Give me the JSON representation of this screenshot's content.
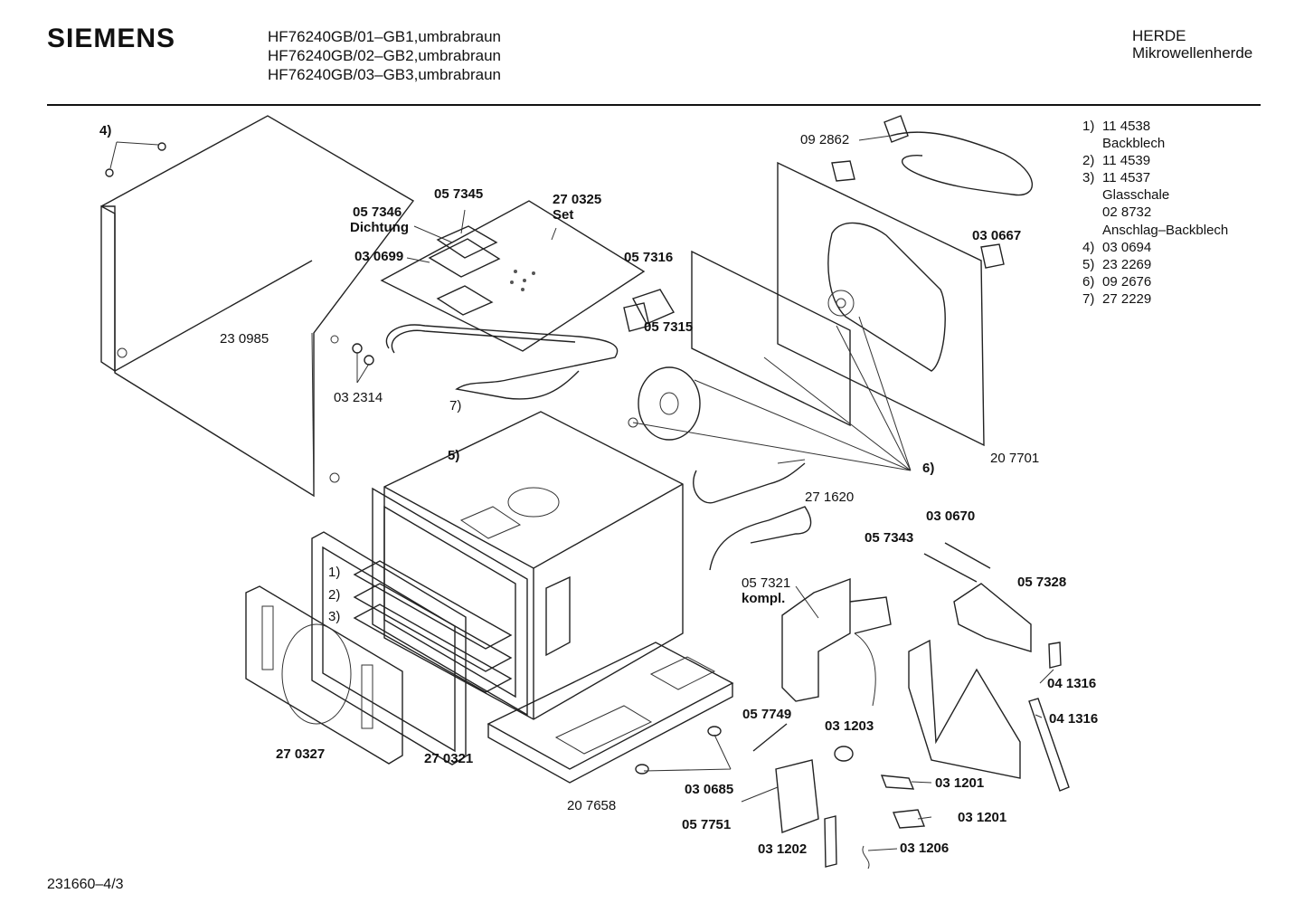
{
  "header": {
    "brand": "SIEMENS",
    "models": [
      "HF76240GB/01–GB1,umbrabraun",
      "HF76240GB/02–GB2,umbrabraun",
      "HF76240GB/03–GB3,umbrabraun"
    ],
    "category": [
      "HERDE",
      "Mikrowellenherde"
    ]
  },
  "legend": [
    {
      "num": "1)",
      "part": "11 4538",
      "desc": "Backblech"
    },
    {
      "num": "2)",
      "part": "11 4539",
      "desc": ""
    },
    {
      "num": "3)",
      "part": "11 4537",
      "desc": "Glasschale"
    },
    {
      "num": "",
      "part": "",
      "desc": "02 8732"
    },
    {
      "num": "",
      "part": "",
      "desc": "Anschlag–Backblech"
    },
    {
      "num": "4)",
      "part": "03 0694",
      "desc": ""
    },
    {
      "num": "5)",
      "part": "23 2269",
      "desc": ""
    },
    {
      "num": "6)",
      "part": "09 2676",
      "desc": ""
    },
    {
      "num": "7)",
      "part": "27 2229",
      "desc": ""
    }
  ],
  "labels": {
    "p4": "4)",
    "p057346": "05 7346",
    "dichtung": "Dichtung",
    "p057345": "05 7345",
    "p270325": "27 0325",
    "set": "Set",
    "p030699": "03 0699",
    "p092862": "09 2862",
    "p030667": "03 0667",
    "p057316": "05 7316",
    "p057315": "05 7315",
    "p230985": "23 0985",
    "p032314": "03 2314",
    "p7": "7)",
    "p5": "5)",
    "p6": "6)",
    "p207701": "20 7701",
    "p271620": "27 1620",
    "p030670": "03 0670",
    "p057343": "05 7343",
    "p057321": "05 7321",
    "kompl": "kompl.",
    "p057328": "05 7328",
    "p1": "1)",
    "p2": "2)",
    "p3": "3)",
    "p041316a": "04 1316",
    "p041316b": "04 1316",
    "p057749": "05 7749",
    "p031203": "03 1203",
    "p270327": "27 0327",
    "p270321": "27 0321",
    "p031201a": "03 1201",
    "p030685": "03 0685",
    "p207658": "20 7658",
    "p057751": "05 7751",
    "p031201b": "03 1201",
    "p031202": "03 1202",
    "p031206": "03 1206"
  },
  "footer": {
    "doc_number": "231660–4/3"
  }
}
